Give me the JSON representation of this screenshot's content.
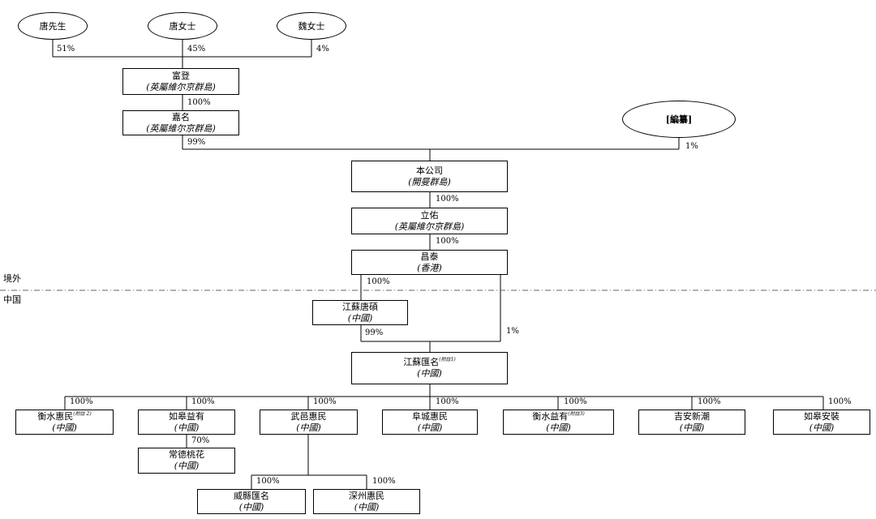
{
  "shareholders": {
    "tang_mr": "唐先生",
    "tang_ms": "唐女士",
    "wei_ms": "魏女士",
    "redacted": "[編纂]"
  },
  "entities": {
    "fudeng": {
      "name": "富登",
      "jurisdiction": "(英屬維尔京群島)"
    },
    "jiaming": {
      "name": "嘉名",
      "jurisdiction": "(英屬維尔京群島)"
    },
    "company": {
      "name": "本公司",
      "jurisdiction": "(開曼群島)"
    },
    "liyou": {
      "name": "立佑",
      "jurisdiction": "(英屬維尔京群島)"
    },
    "changtai": {
      "name": "昌泰",
      "jurisdiction": "(香港)"
    },
    "tangshuo": {
      "name": "江蘇唐碩",
      "jurisdiction": "(中國)"
    },
    "huiming": {
      "name": "江蘇匯名",
      "note": "(附註1)",
      "jurisdiction": "(中國)"
    },
    "hengshui_huimin": {
      "name": "衡水惠民",
      "note": "(附註 2)",
      "jurisdiction": "(中國)"
    },
    "rugao_yiyou": {
      "name": "如皋益有",
      "jurisdiction": "(中國)"
    },
    "wuyi_huimin": {
      "name": "武邑惠民",
      "jurisdiction": "(中國)"
    },
    "fucheng_huimin": {
      "name": "阜城惠民",
      "jurisdiction": "(中國)"
    },
    "hengshui_yiyou": {
      "name": "衡水益有",
      "note": "(附註3)",
      "jurisdiction": "(中國)"
    },
    "jian_xinchao": {
      "name": "吉安新潮",
      "jurisdiction": "(中國)"
    },
    "rugao_anzhuang": {
      "name": "如皋安裝",
      "jurisdiction": "(中國)"
    },
    "changde_taohua": {
      "name": "常德桃花",
      "jurisdiction": "(中國)"
    },
    "weixian_huiming": {
      "name": "威縣匯名",
      "jurisdiction": "(中國)"
    },
    "shenzhou_huimin": {
      "name": "深州惠民",
      "jurisdiction": "(中國)"
    }
  },
  "percentages": {
    "tang_mr": "51%",
    "tang_ms": "45%",
    "wei_ms": "4%",
    "fudeng_jiaming": "100%",
    "jiaming_company": "99%",
    "redacted_company": "1%",
    "company_liyou": "100%",
    "liyou_changtai": "100%",
    "changtai_tangshuo": "100%",
    "tangshuo_huiming": "99%",
    "changtai_huiming": "1%",
    "hengshui_huimin": "100%",
    "rugao_yiyou": "100%",
    "wuyi_huimin": "100%",
    "fucheng_huimin": "100%",
    "hengshui_yiyou": "100%",
    "jian_xinchao": "100%",
    "rugao_anzhuang": "100%",
    "changde_taohua": "70%",
    "weixian_huiming": "100%",
    "shenzhou_huimin": "100%"
  },
  "region_labels": {
    "offshore": "境外",
    "prc": "中国"
  }
}
